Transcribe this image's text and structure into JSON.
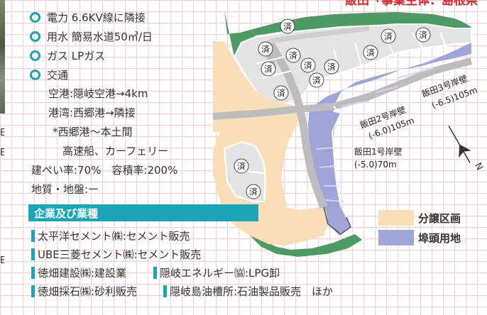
{
  "header": {
    "title": "飯田「事業主体：島根県"
  },
  "info": {
    "power": "電力 6.6KV線に隣接",
    "water": "用水 簡易水道50㎥/日",
    "gas": "ガス LPガス",
    "transport": "交通",
    "airport": "空港:隠岐空港→4km",
    "port": "港湾:西郷港→隣接",
    "note1": "*西郷港～本土間",
    "note2": "高速船、カーフェリー",
    "coverage": "建ぺい率:70%　容積率:200%",
    "ground": "地質・地盤:ー"
  },
  "companies": {
    "heading": "企業及び業種",
    "items": [
      "太平洋セメント㈱:セメント販売",
      "UBE三菱セメント㈱:セメント販売",
      "徳畑建設㈱:建設業",
      "隠岐エネルギー㈿:LPG卸",
      "徳畑採石㈱:砂利販売",
      "隠岐島油槽所:石油製品販売　ほか"
    ]
  },
  "map": {
    "plot_label": "済",
    "berth1_name": "飯田1号岸壁",
    "berth1_depth": "(-5.0)70m",
    "berth2_name": "飯田2号岸壁",
    "berth2_depth": "(-6.0)105m",
    "berth3_name": "飯田3号岸壁",
    "berth3_depth": "(-6.5)105m",
    "north": "N"
  },
  "legend": {
    "sale_label": "分譲区画",
    "wharf_label": "埠頭用地",
    "sale_color": "#f9dfb8",
    "wharf_color": "#9fa5d6",
    "green_color": "#4c9a64",
    "road_color": "#bdbdbd"
  },
  "left_cut": [
    "E",
    "E",
    "E"
  ]
}
